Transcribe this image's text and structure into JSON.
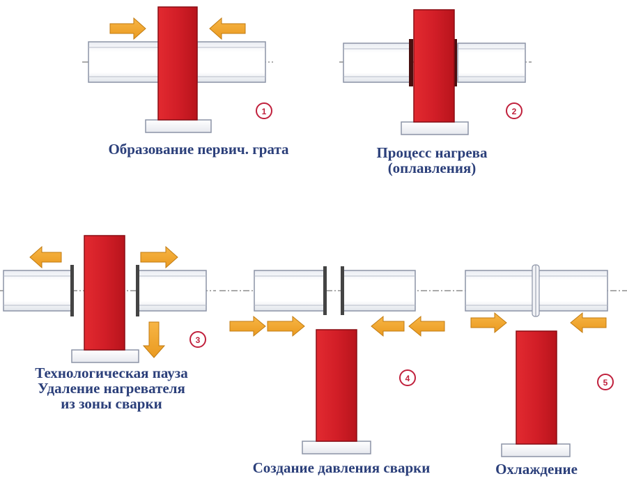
{
  "steps": [
    {
      "number": "1",
      "caption": [
        "Образование первич. грата"
      ]
    },
    {
      "number": "2",
      "caption": [
        "Процесс нагрева",
        "(оплавления)"
      ]
    },
    {
      "number": "3",
      "caption": [
        "Технологическая пауза",
        "Удаление нагревателя",
        "из зоны сварки"
      ]
    },
    {
      "number": "4",
      "caption": [
        "Создание давления сварки"
      ]
    },
    {
      "number": "5",
      "caption": [
        "Охлаждение"
      ]
    }
  ],
  "colors": {
    "heater": "#d42029",
    "heater_edge": "#8a0d14",
    "arrow": "#f2a72e",
    "arrow_edge": "#c07a10",
    "pipe_fill": "#f7f8fb",
    "pipe_edge": "#8c93a6",
    "badge": "#c0203c",
    "caption": "#2b3f7a"
  }
}
